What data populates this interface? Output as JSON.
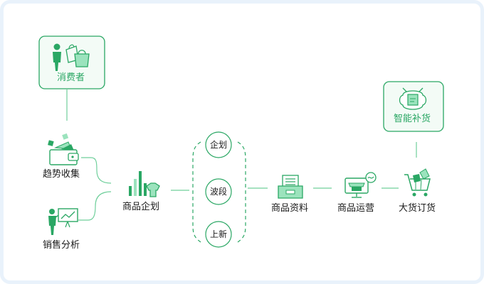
{
  "nodes": {
    "consumer": "消费者",
    "trend": "趋势收集",
    "sales": "销售分析",
    "planning": "商品企划",
    "stages": [
      "企划",
      "波段",
      "上新"
    ],
    "data": "商品资料",
    "operation": "商品运营",
    "order": "大货订货",
    "replenish": "智能补货"
  },
  "colors": {
    "accent": "#2aa764",
    "accent_light": "#9be3bd",
    "box_bg": "#f3fbf6",
    "line": "#6fcf9b"
  },
  "icons": [
    "shopper-icon",
    "wallet-icon",
    "presenter-icon",
    "bar-chart-shirt-icon",
    "document-tray-icon",
    "storefront-monitor-icon",
    "shopping-cart-icon",
    "robot-box-icon"
  ]
}
